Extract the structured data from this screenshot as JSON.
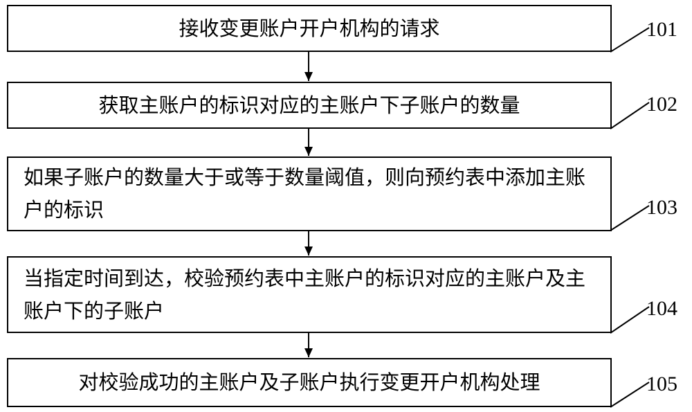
{
  "steps": [
    {
      "label": "接收变更账户开户机构的请求",
      "ref": "101"
    },
    {
      "label": "获取主账户的标识对应的主账户下子账户的数量",
      "ref": "102"
    },
    {
      "label": "如果子账户的数量大于或等于数量阈值，则向预约表中添加主账户的标识",
      "ref": "103"
    },
    {
      "label": "当指定时间到达，校验预约表中主账户的标识对应的主账户及主账户下的子账户",
      "ref": "104"
    },
    {
      "label": "对校验成功的主账户及子账户执行变更开户机构处理",
      "ref": "105"
    }
  ]
}
